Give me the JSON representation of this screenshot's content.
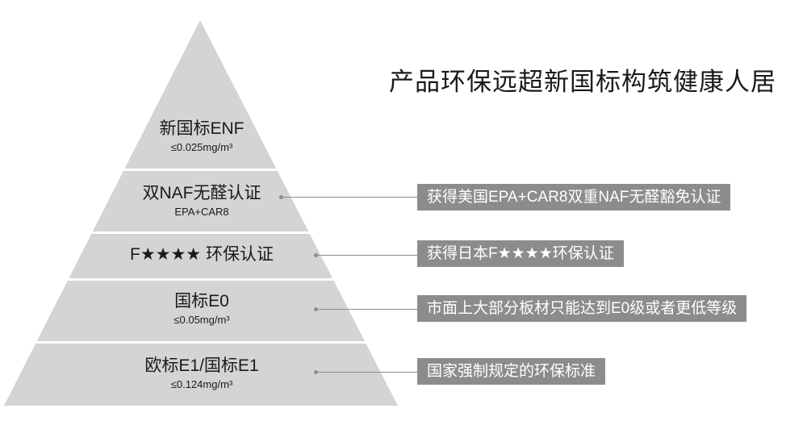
{
  "headline": "产品环保远超新国标构筑健康人居",
  "tiers": [
    {
      "label": "新国标ENF",
      "sub": "≤0.025mg/m³"
    },
    {
      "label": "双NAF无醛认证",
      "sub": "EPA+CAR8"
    },
    {
      "label_prefix": "F",
      "stars": "★★★★",
      "label_suffix": " 环保认证",
      "sub": ""
    },
    {
      "label": "国标E0",
      "sub": "≤0.05mg/m³"
    },
    {
      "label": "欧标E1/国标E1",
      "sub": "≤0.124mg/m³"
    }
  ],
  "notes": [
    "获得美国EPA+CAR8双重NAF无醛豁免认证",
    "获得日本F★★★★环保认证",
    "市面上大部分板材只能达到E0级或者更低等级",
    "国家强制规定的环保标准"
  ],
  "colors": {
    "pyramid": "#d4d4d4",
    "note_bg": "#8c8c8c",
    "text": "#1a1a1a"
  }
}
